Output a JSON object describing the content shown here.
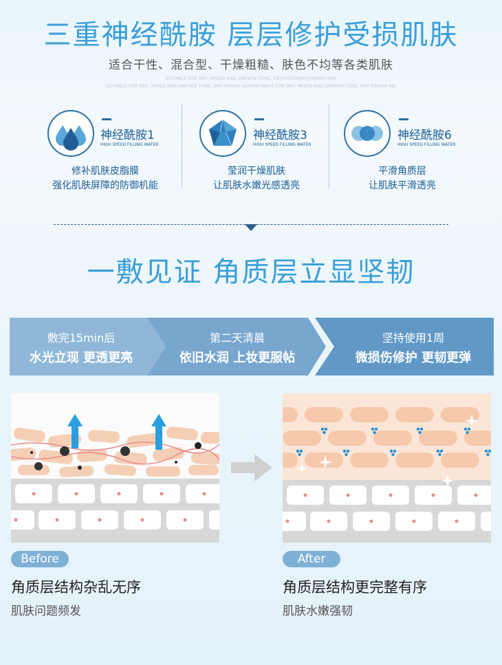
{
  "header": {
    "title": "三重神经酰胺  层层修护受损肌肤",
    "subtitle": "适合干性、混合型、干燥粗糙、肤色不均等各类肌肤",
    "fine_print_1": "SUITABLE FOR DRY, MIXED AND UNEVEN TONE, DRYFGDFDHDFJHGJHGFHSIN",
    "fine_print_2": "SUITABLE FOR DRY, MIXED AND UNEVEN TONE, DRY ROUGH SKINSUITABLE FOR DRY, MIXED AND UNEVEN TONE, DRY ROUGH SKI"
  },
  "features": [
    {
      "name": "神经酰胺1",
      "en": "HIGH SPEED FILLING WATER",
      "desc1": "修补肌肤皮脂膜",
      "desc2": "强化肌肤屏障的防御机能",
      "icon": "water-drops-icon"
    },
    {
      "name": "神经酰胺3",
      "en": "HIGH SPEED FILLING WATER",
      "desc1": "莹润干燥肌肤",
      "desc2": "让肌肤水嫩光感透亮",
      "icon": "crystal-icon"
    },
    {
      "name": "神经酰胺6",
      "en": "HIGH SPEED FILLING WATER",
      "desc1": "平滑角质层",
      "desc2": "让肌肤平滑透亮",
      "icon": "circles-icon"
    }
  ],
  "section2": {
    "title": "一敷见证  角质层立显坚韧"
  },
  "steps": [
    {
      "line1": "敷完15min后",
      "line2": "水光立现 更透更亮"
    },
    {
      "line1": "第二天清晨",
      "line2": "依旧水润 上妆更服帖"
    },
    {
      "line1": "坚持使用1周",
      "line2": "微损伤修护 更韧更弹"
    }
  ],
  "compare": {
    "before": {
      "badge": "Before",
      "caption": "角质层结构杂乱无序",
      "sub": "肌肤问题频发"
    },
    "after": {
      "badge": "After",
      "caption": "角质层结构更完整有序",
      "sub": "肌肤水嫩强韧"
    }
  },
  "colors": {
    "accent": "#3a9fd9",
    "navy": "#1d5e93",
    "step1": "#8fb6d6",
    "step2": "#6f9fc9",
    "step3": "#5990c0",
    "badge": "#7fb1d6"
  }
}
